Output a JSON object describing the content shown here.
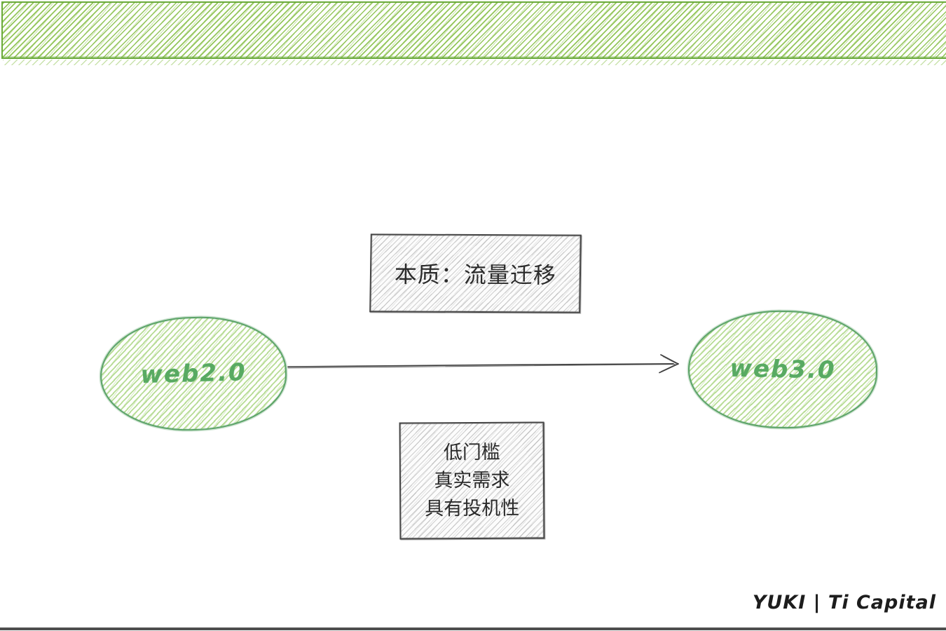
{
  "title_box": {
    "label": "本质：流量迁移"
  },
  "flow": {
    "from": {
      "label": "web2.0"
    },
    "to": {
      "label": "web3.0"
    }
  },
  "note_box": {
    "lines": [
      "低门槛",
      "真实需求",
      "具有投机性"
    ]
  },
  "signature": {
    "label": "YUKI | Ti Capital"
  },
  "colors": {
    "banner_stroke": "#6aaa3a",
    "banner_hatch": "#94c65b",
    "ellipse_stroke": "#5ba368",
    "ellipse_hatch": "#b7dc95",
    "node_text": "#58aa62",
    "box_stroke": "#444444",
    "text_dark": "#2b2b2b",
    "arrow": "#3c3c3c",
    "bottom_bar": "#4e4e4e"
  }
}
